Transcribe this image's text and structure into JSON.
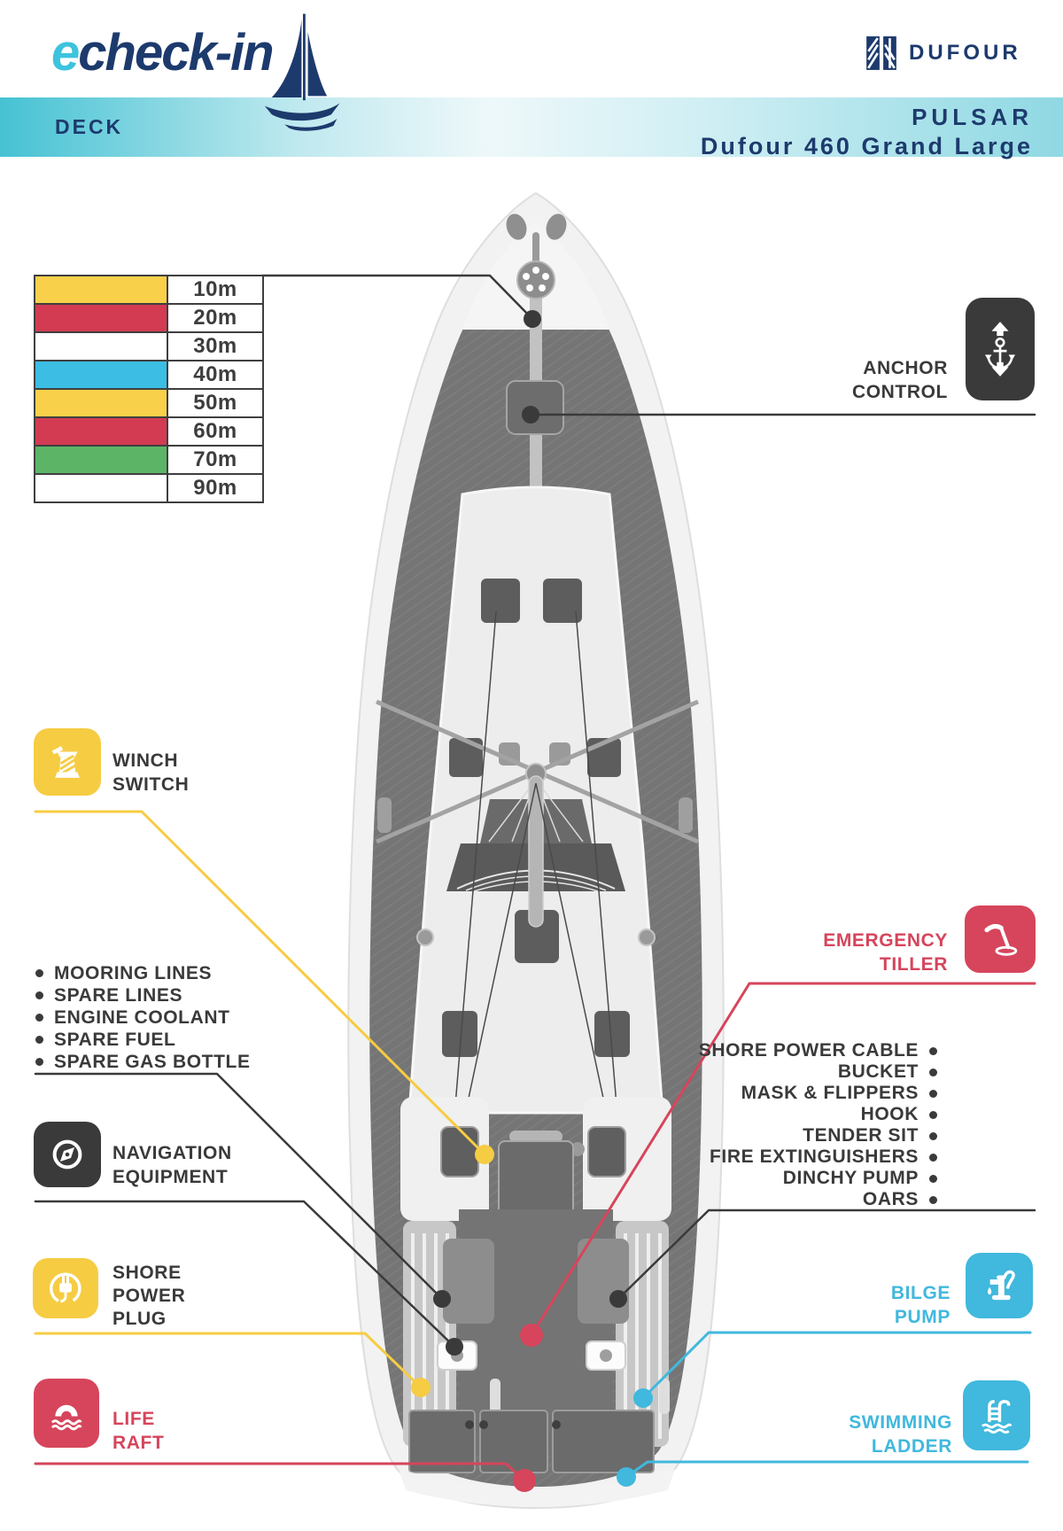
{
  "header": {
    "logo_e": "e",
    "logo_rest": "check-in",
    "brand": "DUFOUR",
    "section": "DECK",
    "boat_name": "PULSAR",
    "boat_model": "Dufour 460 Grand Large"
  },
  "chain_table": {
    "rows": [
      {
        "color": "#f9d04a",
        "label": "10m"
      },
      {
        "color": "#d23b52",
        "label": "20m"
      },
      {
        "color": "#ffffff",
        "label": "30m"
      },
      {
        "color": "#3bbde4",
        "label": "40m"
      },
      {
        "color": "#f9d04a",
        "label": "50m"
      },
      {
        "color": "#d23b52",
        "label": "60m"
      },
      {
        "color": "#5cb567",
        "label": "70m"
      },
      {
        "color": "#ffffff",
        "label": "90m"
      }
    ]
  },
  "callouts": {
    "anchor_control": {
      "lines": [
        "ANCHOR",
        "CONTROL"
      ],
      "icon": "anchor-icon"
    },
    "winch_switch": {
      "lines": [
        "WINCH",
        "SWITCH"
      ],
      "icon": "winch-icon"
    },
    "navigation_equipment": {
      "lines": [
        "NAVIGATION",
        "EQUIPMENT"
      ],
      "icon": "compass-icon"
    },
    "shore_power_plug": {
      "lines": [
        "SHORE",
        "POWER",
        "PLUG"
      ],
      "icon": "plug-icon"
    },
    "life_raft": {
      "lines": [
        "LIFE",
        "RAFT"
      ],
      "icon": "life-raft-icon"
    },
    "emergency_tiller": {
      "lines": [
        "EMERGENCY",
        "TILLER"
      ],
      "icon": "tiller-icon"
    },
    "bilge_pump": {
      "lines": [
        "BILGE",
        "PUMP"
      ],
      "icon": "hand-pump-icon"
    },
    "swimming_ladder": {
      "lines": [
        "SWIMMING",
        "LADDER"
      ],
      "icon": "ladder-icon"
    }
  },
  "port_items": [
    "MOORING LINES",
    "SPARE LINES",
    "ENGINE COOLANT",
    "SPARE FUEL",
    "SPARE GAS BOTTLE"
  ],
  "starboard_items": [
    "SHORE POWER CABLE",
    "BUCKET",
    "MASK & FLIPPERS",
    "HOOK",
    "TENDER SIT",
    "FIRE EXTINGUISHERS",
    "DINCHY PUMP",
    "OARS"
  ],
  "accent_colors": {
    "yellow": "#f6cc43",
    "red": "#d6455c",
    "cyan": "#41b8dd",
    "dark": "#3a3a3a",
    "navy": "#1d3a6d",
    "teal": "#3ec3de"
  }
}
